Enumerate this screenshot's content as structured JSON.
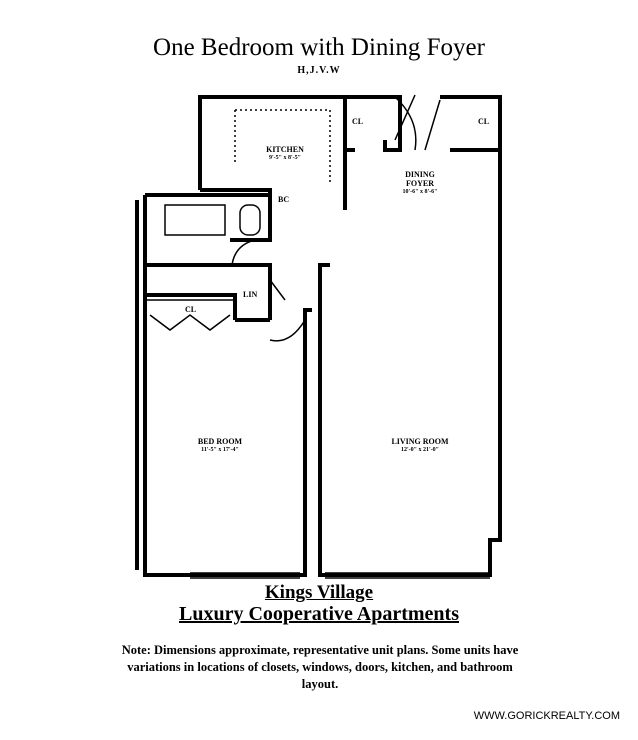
{
  "title": "One Bedroom with Dining Foyer",
  "subtitle": "H,J.V.W",
  "rooms": {
    "kitchen": {
      "name": "KITCHEN",
      "dims": "9'-5\" x 8'-5\""
    },
    "dining_foyer": {
      "name_line1": "DINING",
      "name_line2": "FOYER",
      "dims": "10'-6\" x 8'-6\""
    },
    "bedroom": {
      "name": "BED ROOM",
      "dims": "11'-5\" x 17'-4\""
    },
    "living_room": {
      "name": "LIVING ROOM",
      "dims": "12'-0\" x 21'-0\""
    },
    "closet_label": "CL",
    "linen_label": "LIN",
    "bc_label": "BC"
  },
  "building": {
    "line1": "Kings Village",
    "line2": "Luxury Cooperative Apartments"
  },
  "note": "Note: Dimensions approximate, representative unit plans. Some units have variations in locations of closets, windows, doors, kitchen, and bathroom layout.",
  "website": "WWW.GORICKREALTY.COM"
}
